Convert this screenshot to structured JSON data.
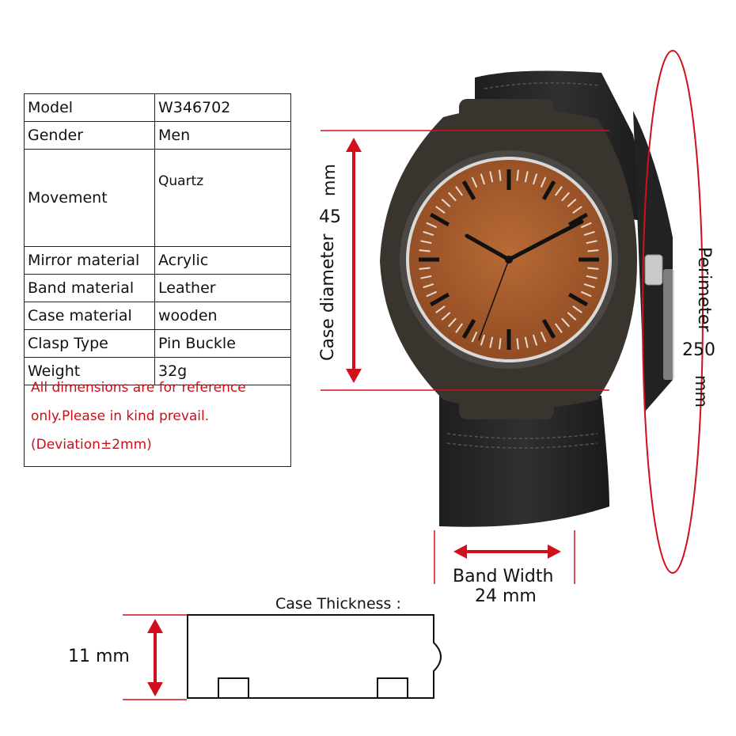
{
  "specs": [
    {
      "key": "Model",
      "value": "W346702"
    },
    {
      "key": "Gender",
      "value": "Men"
    },
    {
      "key": "Movement",
      "value": "Quartz"
    },
    {
      "key": "Mirror material",
      "value": "Acrylic"
    },
    {
      "key": "Band material",
      "value": "Leather"
    },
    {
      "key": "Case material",
      "value": "wooden"
    },
    {
      "key": "Clasp Type",
      "value": "Pin Buckle"
    },
    {
      "key": "Weight",
      "value": "32g"
    }
  ],
  "note": {
    "line1": "All dimensions are for reference",
    "line2": "only.Please in kind prevail.",
    "line3": "(Deviation±2mm)"
  },
  "case_diameter": {
    "label": "Case diameter",
    "value": "45",
    "unit": "mm"
  },
  "perimeter": {
    "label": "Perimeter",
    "value": "250",
    "unit": "mm"
  },
  "band_width": {
    "label": "Band Width",
    "value": "24 mm"
  },
  "case_thickness": {
    "label": "Case Thickness :",
    "value": "11 mm"
  },
  "colors": {
    "accent": "#d0101c",
    "dial": "#a85a2c",
    "case": "#3a342e",
    "band": "#262626"
  }
}
